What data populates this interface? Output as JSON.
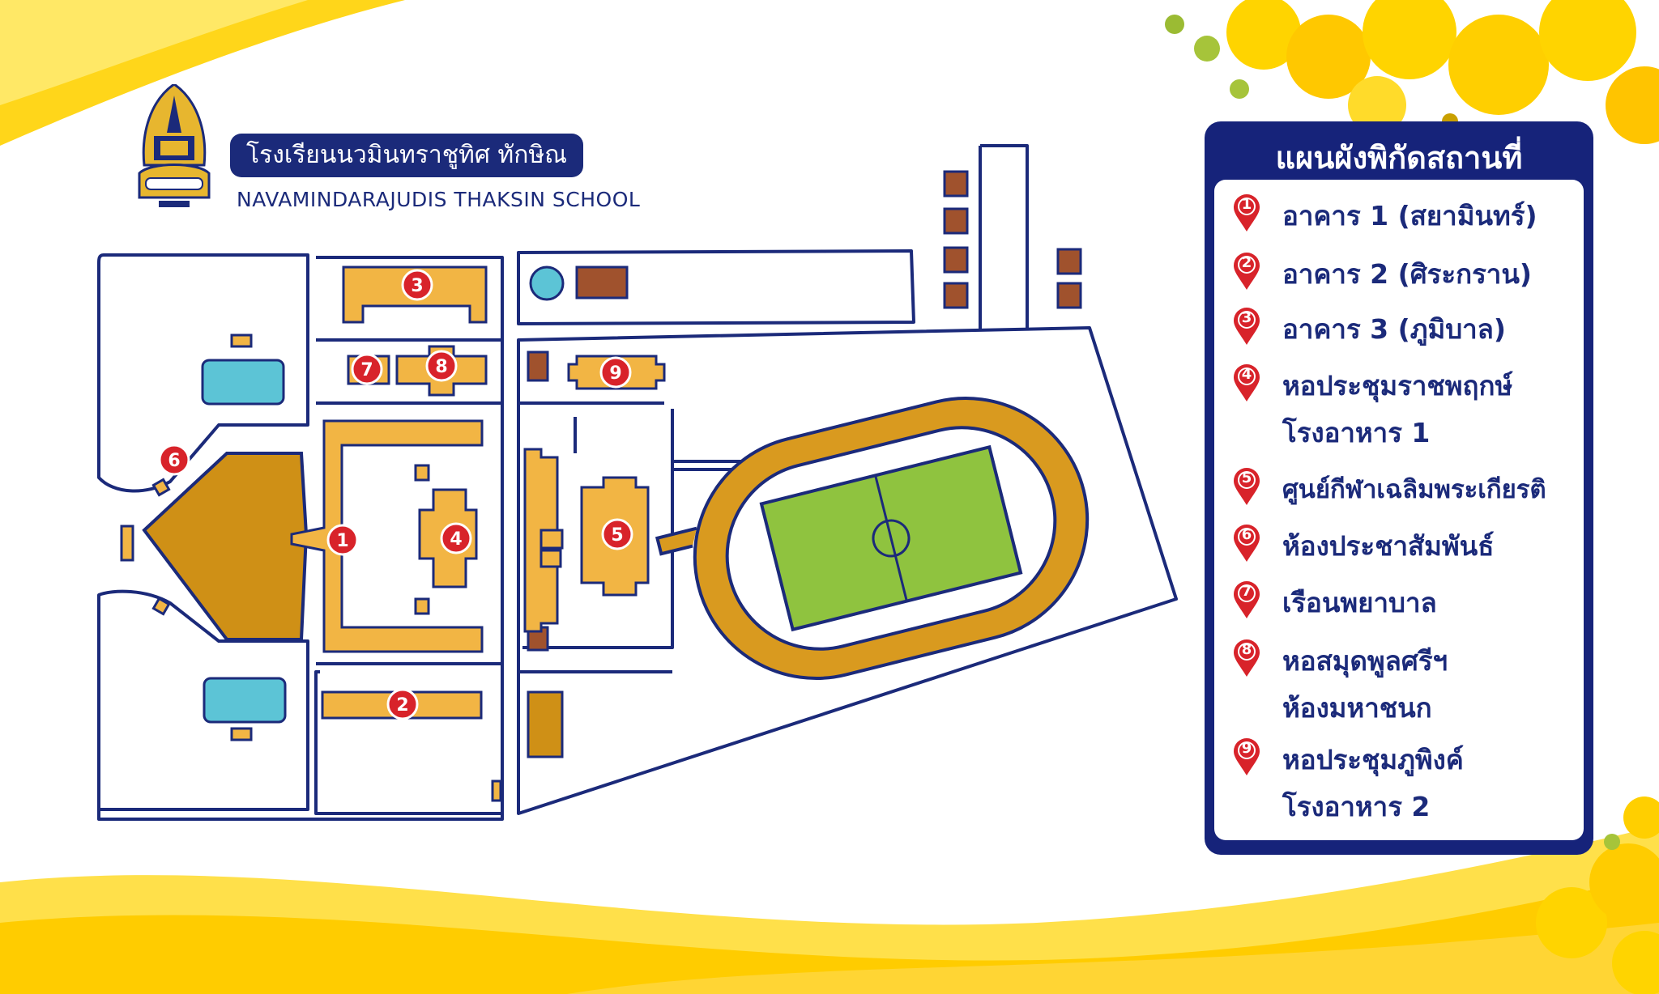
{
  "header": {
    "school_name_th": "โรงเรียนนวมินทราชูทิศ ทักษิณ",
    "school_name_en": "NAVAMINDARAJUDIS THAKSIN SCHOOL"
  },
  "legend": {
    "title": "แผนผังพิกัดสถานที่",
    "items": [
      {
        "number": "1",
        "lines": [
          "อาคาร 1 (สยามินทร์)"
        ]
      },
      {
        "number": "2",
        "lines": [
          "อาคาร 2 (ศิระกราน)"
        ]
      },
      {
        "number": "3",
        "lines": [
          "อาคาร 3 (ภูมิบาล)"
        ]
      },
      {
        "number": "4",
        "lines": [
          "หอประชุมราชพฤกษ์",
          "โรงอาหาร 1"
        ]
      },
      {
        "number": "5",
        "lines": [
          "ศูนย์กีฬาเฉลิมพระเกียรติ"
        ]
      },
      {
        "number": "6",
        "lines": [
          "ห้องประชาสัมพันธ์"
        ]
      },
      {
        "number": "7",
        "lines": [
          "เรือนพยาบาล"
        ]
      },
      {
        "number": "8",
        "lines": [
          "หอสมุดพูลศรีฯ",
          "ห้องมหาชนก"
        ]
      },
      {
        "number": "9",
        "lines": [
          "หอประชุมภูพิงค์",
          "โรงอาหาร 2"
        ]
      }
    ]
  },
  "map_markers": [
    "1",
    "2",
    "3",
    "4",
    "5",
    "6",
    "7",
    "8",
    "9"
  ],
  "colors": {
    "navy": "#1b2a7a",
    "building": "#f2b544",
    "main_building": "#cf9016",
    "track": "#d99a1f",
    "field": "#8fc33f",
    "pond": "#5cc4d6",
    "brown": "#a0522d",
    "marker": "#d8232a"
  }
}
